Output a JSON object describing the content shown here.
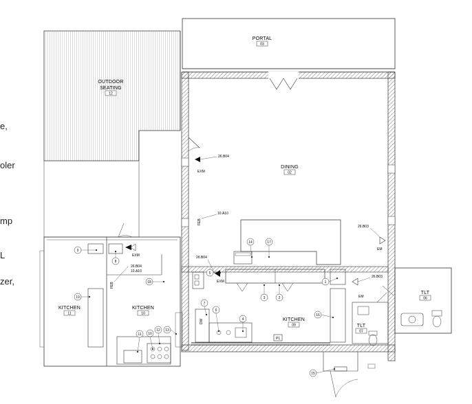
{
  "cut_off_text": [
    "e,",
    "oler",
    "mp",
    "L",
    "zer,"
  ],
  "rooms": [
    {
      "id": "portal",
      "name": "PORTAL",
      "number": "03"
    },
    {
      "id": "outdoor",
      "name_lines": [
        "OUTDOOR",
        "SEATING"
      ],
      "number": "12"
    },
    {
      "id": "dining",
      "name": "DINING",
      "number": "02"
    },
    {
      "id": "kitchen11",
      "name": "KITCHEN",
      "number": "11"
    },
    {
      "id": "kitchen10",
      "name": "KITCHEN",
      "number": "10"
    },
    {
      "id": "kitchen09",
      "name": "KITCHEN",
      "number": "09"
    },
    {
      "id": "tlt06",
      "name": "TLT",
      "number": "06"
    },
    {
      "id": "tlt07",
      "name": "TLT",
      "number": "07"
    }
  ],
  "equipment_tags": [
    "1",
    "2",
    "3",
    "4",
    "5",
    "6",
    "7",
    "8",
    "9",
    "10",
    "11",
    "12",
    "13",
    "14",
    "15",
    "16",
    "17",
    "18",
    "19"
  ],
  "annotations": {
    "a1": "26.B04",
    "a2": "EXM",
    "a3": "10.A10",
    "a4": "FEB",
    "a5": "26.B03",
    "a6": "EM",
    "a7": "26.B04",
    "a8": "10.A10",
    "a9": "EXM",
    "a10": "FEB",
    "a11": "26.B04",
    "a12": "EXM",
    "a13": "26.B03",
    "a14": "EM",
    "a15": "P1",
    "a16": "DW"
  }
}
